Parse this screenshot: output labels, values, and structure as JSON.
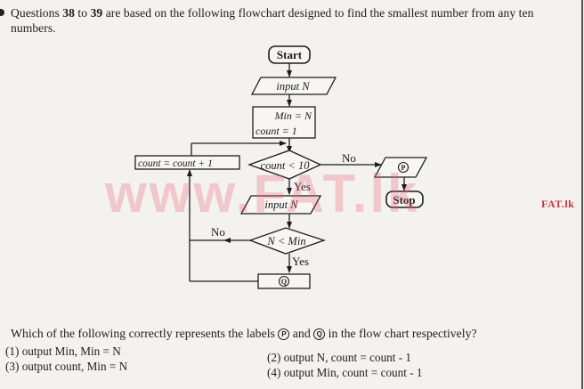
{
  "intro": {
    "prefix": "Questions ",
    "from_q": "38",
    "mid": " to ",
    "to_q": "39",
    "suffix": " are based on the following flowchart designed to find the smallest number from any ten numbers."
  },
  "flowchart": {
    "start": "Start",
    "input1": "input N",
    "init_line1": "Min = N",
    "init_line2": "count = 1",
    "increment": "count = count + 1",
    "decision1": "count < 10",
    "decision1_no": "No",
    "decision1_yes": "Yes",
    "output_label": "P",
    "stop": "Stop",
    "input2": "input N",
    "decision2": "N < Min",
    "decision2_no": "No",
    "decision2_yes": "Yes",
    "process_label": "Q"
  },
  "watermark": {
    "large": "www.FAT.lk",
    "small": "FAT.lk"
  },
  "question": {
    "text_before": "Which of the following correctly represents the labels ",
    "label_p": "P",
    "text_and": " and ",
    "label_q": "Q",
    "text_after": " in the flow chart respectively?"
  },
  "options": [
    {
      "num": "(1)",
      "text": "output Min, Min = N"
    },
    {
      "num": "(2)",
      "text": "output N, count = count - 1"
    },
    {
      "num": "(3)",
      "text": "output count, Min = N"
    },
    {
      "num": "(4)",
      "text": "output Min, count = count - 1"
    }
  ]
}
